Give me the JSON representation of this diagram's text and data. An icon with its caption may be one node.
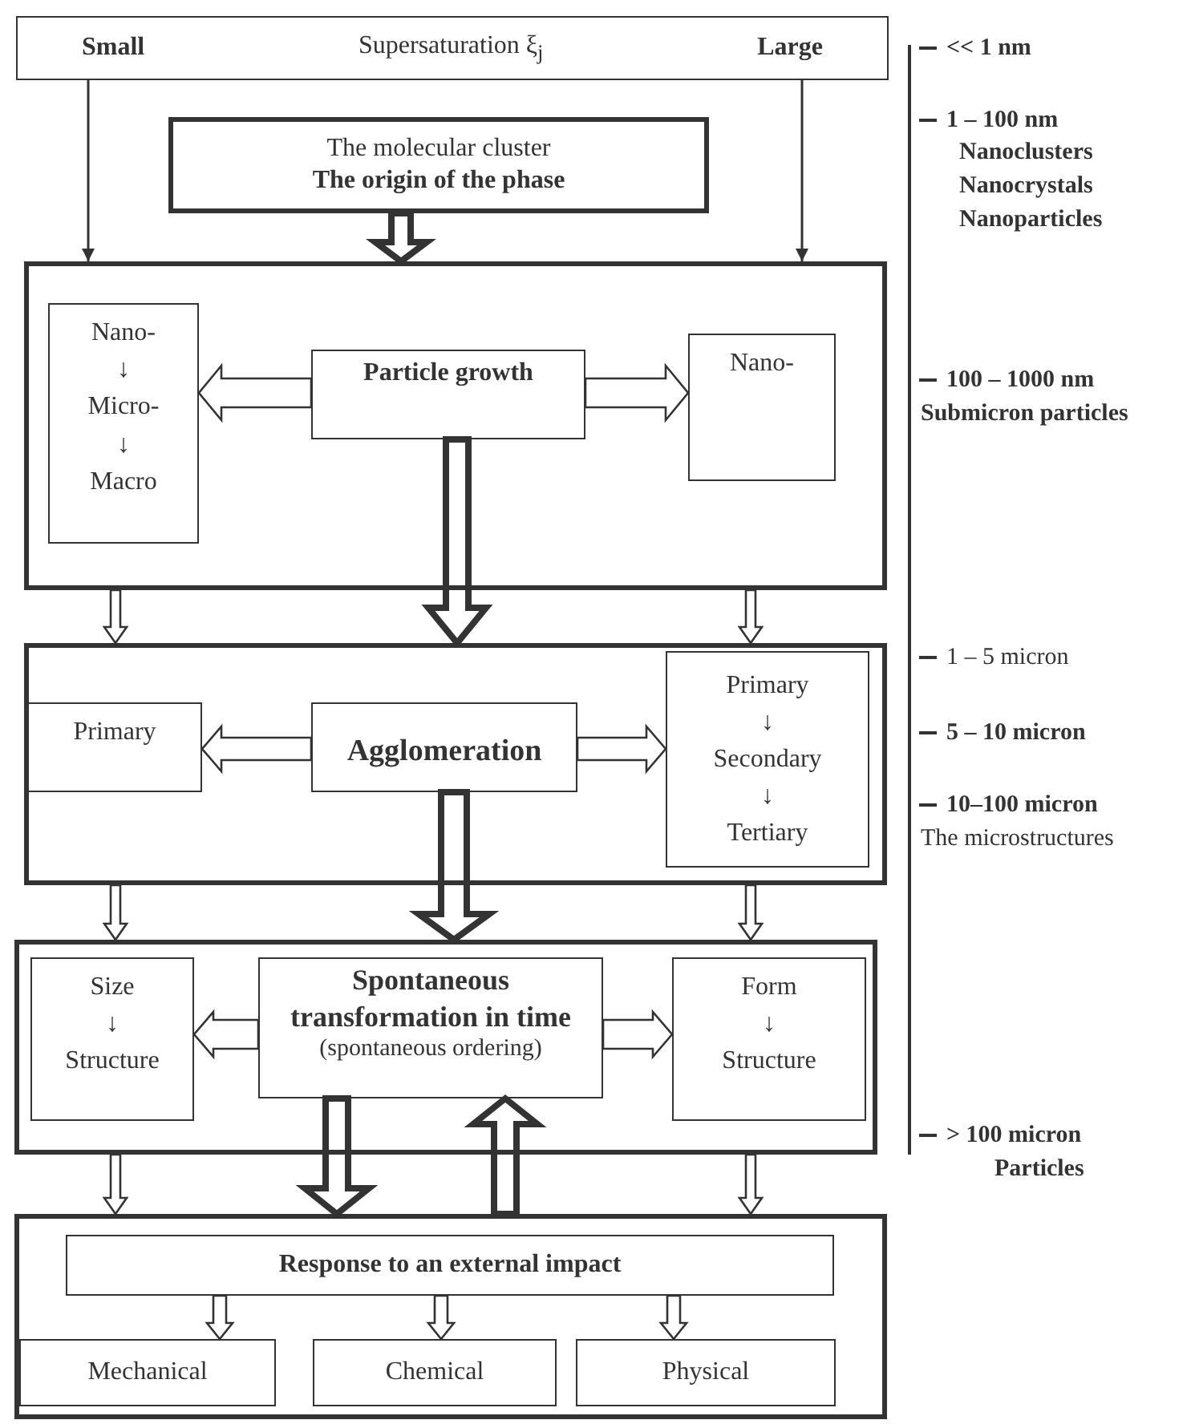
{
  "diagram": {
    "nodes": [
      {
        "text": [
          "Small",
          "Supersaturation ξ$_{j}$",
          "Large"
        ]
      },
      {
        "text": [
          "The molecular cluster",
          "The origin of the phase"
        ]
      },
      {
        "text": [],
        "shape": "box"
      },
      {
        "text": [
          "Nano- ↓ Micro- ↓ Macro"
        ],
        "in": 2
      },
      {
        "text": [
          "Particle growth"
        ],
        "in": 2
      },
      {
        "text": [
          "Nano-"
        ],
        "in": 2
      },
      {
        "text": [],
        "shape": "box"
      },
      {
        "text": [
          "Primary"
        ],
        "in": 6
      },
      {
        "text": [
          "Agglomeration"
        ],
        "in": 6
      },
      {
        "text": [
          "Primary ↓ Secondary ↓ Tertiary"
        ],
        "in": 6
      },
      {
        "text": [],
        "shape": "box"
      },
      {
        "text": [
          "Size ↓ Structure"
        ],
        "in": 10
      },
      {
        "text": [
          "Spontaneous transformation in time",
          "(spontaneous ordering)"
        ],
        "in": 10
      },
      {
        "text": [
          "Form ↓ Structure"
        ],
        "in": 10
      },
      {
        "text": [],
        "shape": "box"
      },
      {
        "text": [
          "Response to an external impact"
        ],
        "in": 14
      },
      {
        "text": [
          "Mechanical"
        ],
        "in": 14
      },
      {
        "text": [
          "Chemical"
        ],
        "in": 14
      },
      {
        "text": [
          "Physical"
        ],
        "in": 14
      }
    ],
    "edges": [
      {
        "from": 0,
        "to": 2,
        "arrow": "to"
      },
      {
        "from": 0,
        "to": 2,
        "arrow": "to"
      },
      {
        "from": 1,
        "to": 2,
        "arrow": "to",
        "style": "thick"
      },
      {
        "from": 4,
        "to": 3,
        "arrow": "to"
      },
      {
        "from": 4,
        "to": 5,
        "arrow": "to"
      },
      {
        "from": 4,
        "to": 6,
        "arrow": "to",
        "style": "thick"
      },
      {
        "from": 2,
        "to": 6,
        "arrow": "to"
      },
      {
        "from": 2,
        "to": 6,
        "arrow": "to"
      },
      {
        "from": 8,
        "to": 7,
        "arrow": "to"
      },
      {
        "from": 8,
        "to": 9,
        "arrow": "to"
      },
      {
        "from": 8,
        "to": 10,
        "arrow": "to",
        "style": "thick"
      },
      {
        "from": 6,
        "to": 10,
        "arrow": "to"
      },
      {
        "from": 6,
        "to": 10,
        "arrow": "to"
      },
      {
        "from": 12,
        "to": 11,
        "arrow": "to"
      },
      {
        "from": 12,
        "to": 13,
        "arrow": "to"
      },
      {
        "from": 12,
        "to": 14,
        "arrow": "to",
        "style": "thick"
      },
      {
        "from": 14,
        "to": 12,
        "arrow": "to",
        "style": "thick"
      },
      {
        "from": 10,
        "to": 14,
        "arrow": "to"
      },
      {
        "from": 10,
        "to": 14,
        "arrow": "to"
      },
      {
        "from": 15,
        "to": 16,
        "arrow": "to"
      },
      {
        "from": 15,
        "to": 17,
        "arrow": "to"
      },
      {
        "from": 15,
        "to": 18,
        "arrow": "to"
      }
    ],
    "labels": [
      "<< 1 nm",
      "1 – 100 nm",
      "Nanoclusters",
      "Nanocrystals",
      "Nanoparticles",
      "100 – 1000 nm",
      "Submicron particles",
      "1 – 5 micron",
      "5 – 10 micron",
      "10–100 micron",
      "The microstructures",
      "> 100 micron",
      "Particles"
    ]
  }
}
